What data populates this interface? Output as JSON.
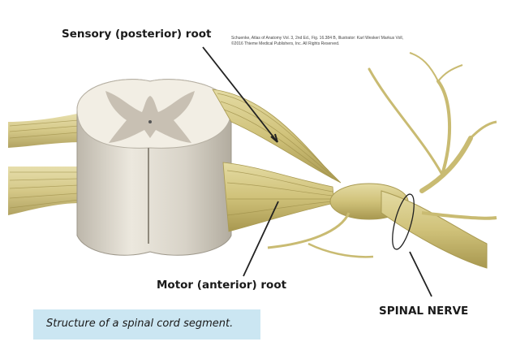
{
  "labels": {
    "sensory_root": "Sensory (posterior) root",
    "motor_root": "Motor (anterior) root",
    "spinal_nerve": "SPINAL NERVE"
  },
  "credit": {
    "line1": "Schuenke, Atlas of Anatomy Vol. 3, 2nd Ed., Fig. 16.384 B, Illustrator: Karl Wesker/ Markus Voll,",
    "line2": "©2016 Thieme Medical Publishers, Inc. All Rights Reserved."
  },
  "caption": "Structure of a spinal cord segment.",
  "colors": {
    "nerve": "#d8cc8a",
    "nerve_dark": "#a99a52",
    "white_matter": "#f2eee4",
    "gray_matter": "#c8c0b3",
    "caption_bg": "#cbe6f2"
  }
}
